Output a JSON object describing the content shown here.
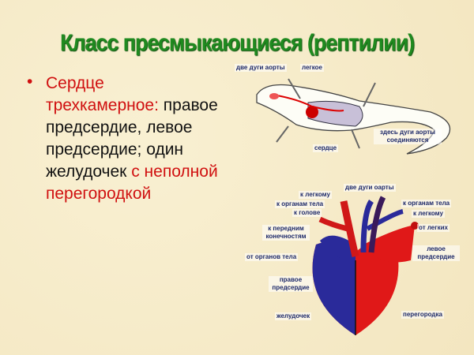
{
  "slide": {
    "title": "Класс пресмыкающиеся (рептилии)",
    "bullet": {
      "line1_red": "Сердце",
      "line2_red": "трехкамерное:",
      "black_text": "правое предсердие, левое предсердие; один желудочек",
      "red_tail": "с неполной перегородкой"
    }
  },
  "lizard_diagram": {
    "labels": {
      "two_aortic_arches": "две дуги аорты",
      "lung": "легкое",
      "arches_join": "здесь дуги аорты соединяются",
      "heart": "сердце"
    }
  },
  "heart_diagram": {
    "colors": {
      "venous": "#2a2a9a",
      "arterial": "#e01818"
    },
    "labels": {
      "two_arches": "две дуги оарты",
      "to_lung_left": "к легкому",
      "to_body_left": "к органам тела",
      "to_head": "к голове",
      "to_forelimbs": "к передним конечностям",
      "from_body": "от органов тела",
      "right_atrium": "правое предсердие",
      "ventricle": "желудочек",
      "to_body_right": "к органам тела",
      "to_lung_right": "к легкому",
      "from_lungs": "от легких",
      "left_atrium": "левое предсердие",
      "septum": "перегородка"
    }
  }
}
